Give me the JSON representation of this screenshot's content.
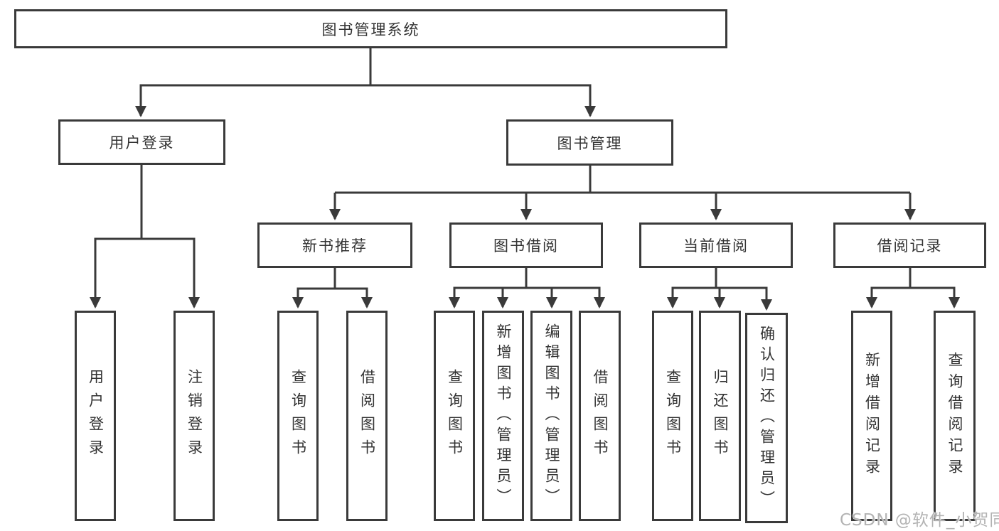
{
  "diagram": {
    "title": "图书管理系统",
    "root": {
      "label": "图书管理系统"
    },
    "branches": [
      {
        "label": "用户登录",
        "children": [
          {
            "label": "用户登录"
          },
          {
            "label": "注销登录"
          }
        ]
      },
      {
        "label": "图书管理",
        "groups": [
          {
            "label": "新书推荐",
            "children": [
              {
                "label": "查询图书"
              },
              {
                "label": "借阅图书"
              }
            ]
          },
          {
            "label": "图书借阅",
            "children": [
              {
                "label": "查询图书"
              },
              {
                "label": "新增图书（管理员）"
              },
              {
                "label": "编辑图书（管理员）"
              },
              {
                "label": "借阅图书"
              }
            ]
          },
          {
            "label": "当前借阅",
            "children": [
              {
                "label": "查询图书"
              },
              {
                "label": "归还图书"
              },
              {
                "label": "确认归还（管理员）"
              }
            ]
          },
          {
            "label": "借阅记录",
            "children": [
              {
                "label": "新增借阅记录"
              },
              {
                "label": "查询借阅记录"
              }
            ]
          }
        ]
      }
    ]
  },
  "watermark": {
    "text": "CSDN @软件_小贺同学"
  },
  "colors": {
    "line": "#3a3a3a",
    "text": "#333333",
    "watermark": "#b3b3b3",
    "background": "#ffffff"
  }
}
